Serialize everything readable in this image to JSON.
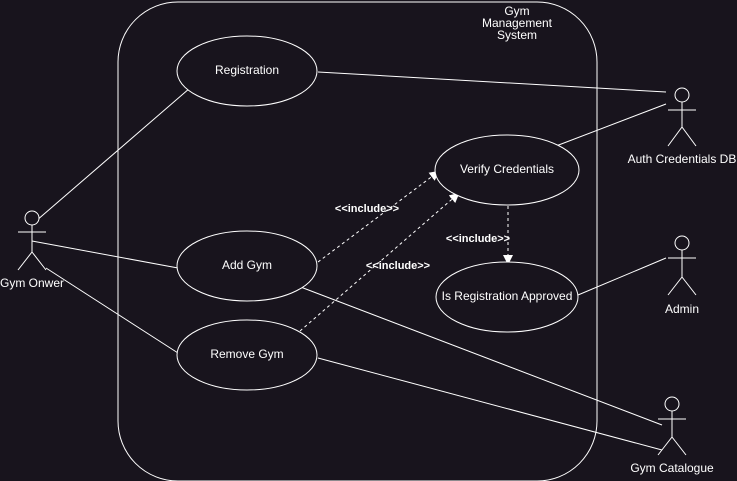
{
  "system": {
    "title_lines": [
      "Gym",
      "Management",
      "System"
    ]
  },
  "use_cases": {
    "registration": "Registration",
    "verify_credentials": "Verify Credentials",
    "add_gym": "Add Gym",
    "is_registration_approved": "Is Registration Approved",
    "remove_gym": "Remove Gym"
  },
  "actors": {
    "gym_owner": "Gym Onwer",
    "auth_db": "Auth Credentials DB",
    "admin": "Admin",
    "gym_catalogue": "Gym Catalogue"
  },
  "relations": {
    "include_1": "<<include>>",
    "include_2": "<<include>>",
    "include_3": "<<include>>"
  },
  "colors": {
    "background": "#18141d",
    "stroke": "#ffffff",
    "text": "#ffffff"
  }
}
